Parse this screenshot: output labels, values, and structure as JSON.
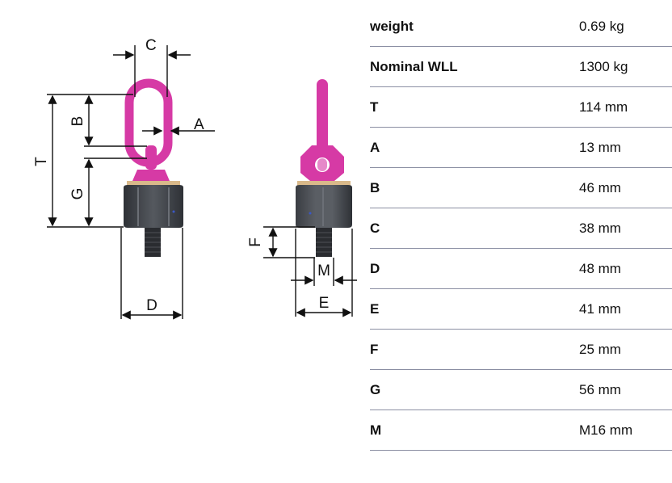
{
  "drawing": {
    "labels": {
      "T": "T",
      "B": "B",
      "G": "G",
      "C": "C",
      "A": "A",
      "D": "D",
      "E": "E",
      "F": "F",
      "M": "M"
    },
    "colors": {
      "ring": "#d63aa5",
      "nut": "#3b3e43",
      "washer": "#d9b98a",
      "bolt": "#2a2c30",
      "line": "#111111"
    }
  },
  "specs": [
    {
      "key": "weight",
      "value": "0.69 kg"
    },
    {
      "key": "Nominal WLL",
      "value": "1300 kg"
    },
    {
      "key": "T",
      "value": "114 mm"
    },
    {
      "key": "A",
      "value": "13 mm"
    },
    {
      "key": "B",
      "value": "46 mm"
    },
    {
      "key": "C",
      "value": "38 mm"
    },
    {
      "key": "D",
      "value": "48 mm"
    },
    {
      "key": "E",
      "value": "41 mm"
    },
    {
      "key": "F",
      "value": "25 mm"
    },
    {
      "key": "G",
      "value": "56 mm"
    },
    {
      "key": "M",
      "value": "M16 mm"
    }
  ]
}
